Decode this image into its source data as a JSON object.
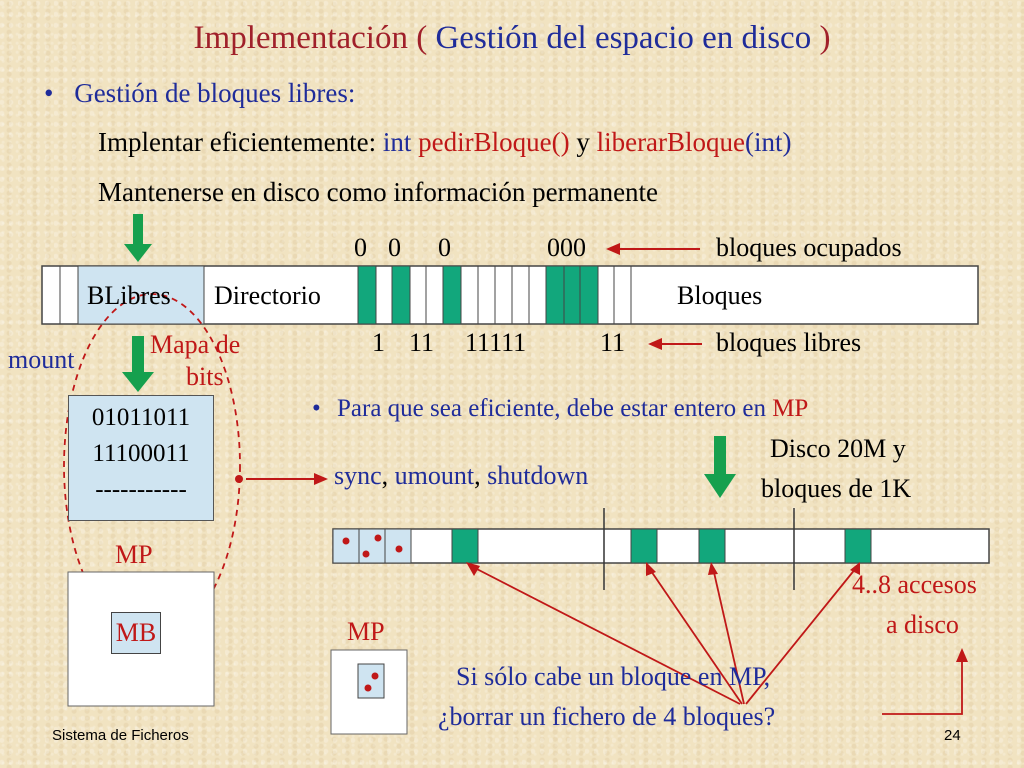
{
  "slide": {
    "title_part1": "Implementación ( ",
    "title_part2": "Gestión del espacio en disco",
    "title_part3": " )",
    "bullet_char": "•",
    "bullet1": "Gestión de bloques libres:",
    "line2_part1": "Implentar eficientemente: ",
    "line2_int": "int ",
    "line2_pedir": "pedirBloque()",
    "line2_y": " y ",
    "line2_liberar": "liberarBloque",
    "line2_arg": "(int)",
    "line3": "Mantenerse en disco como información permanente"
  },
  "disk": {
    "top_labels": [
      "0",
      "0",
      "0",
      "000"
    ],
    "bloques_ocupados": "bloques ocupados",
    "blibres": "BLibres",
    "directorio": "Directorio",
    "bloques": "Bloques",
    "bottom_labels": [
      "1",
      "11",
      "11111",
      "11"
    ],
    "bloques_libres": "bloques libres",
    "mapa_de": "Mapa de",
    "bits": "bits",
    "mount": "mount"
  },
  "bitmap": {
    "row1": "01011011",
    "row2": "11100011",
    "row3": "-----------"
  },
  "memory": {
    "mp_left": "MP",
    "mb": "MB",
    "mp_right": "MP"
  },
  "right": {
    "bullet2": "Para que sea eficiente, debe estar entero en ",
    "bullet2_mp": "MP",
    "disco_line1": "Disco 20M y",
    "disco_line2": "bloques de 1K",
    "sync": "sync",
    "comma1": ", ",
    "umount": "umount",
    "comma2": ", ",
    "shutdown": "shutdown",
    "accesos_line1": "4..8 accesos",
    "accesos_line2": "a disco",
    "question_line1": "Si sólo cabe un bloque en MP,",
    "question_line2": "¿borrar un fichero de 4 bloques?"
  },
  "footer": {
    "left": "Sistema de Ficheros",
    "page": "24"
  },
  "colors": {
    "title_red": "#a0202a",
    "text_blue": "#1f2c9a",
    "accent_red": "#c01818",
    "block_green": "#12a77c",
    "cell_blue": "#cfe4f1",
    "arrow_green": "#16a04e"
  }
}
